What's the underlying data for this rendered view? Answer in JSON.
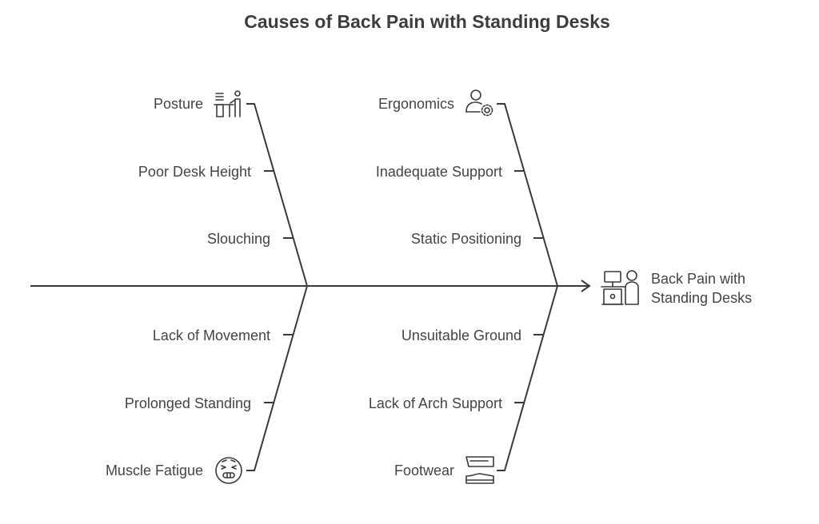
{
  "title": "Causes of Back Pain with Standing Desks",
  "effect": {
    "line1": "Back Pain with",
    "line2": "Standing Desks",
    "icon": "standing-desk-person-icon"
  },
  "categories": {
    "posture": {
      "label": "Posture",
      "icon": "posture-desk-icon",
      "causes": [
        "Poor Desk Height",
        "Slouching"
      ]
    },
    "ergonomics": {
      "label": "Ergonomics",
      "icon": "user-gear-icon",
      "causes": [
        "Inadequate Support",
        "Static Positioning"
      ]
    },
    "muscle_fatigue": {
      "label": "Muscle Fatigue",
      "icon": "tired-face-icon",
      "causes": [
        "Lack of Movement",
        "Prolonged Standing"
      ]
    },
    "footwear": {
      "label": "Footwear",
      "icon": "shoes-icon",
      "causes": [
        "Unsuitable Ground",
        "Lack of Arch Support"
      ]
    }
  },
  "colors": {
    "line": "#3a3a3a",
    "text": "#444444",
    "background": "#ffffff"
  }
}
